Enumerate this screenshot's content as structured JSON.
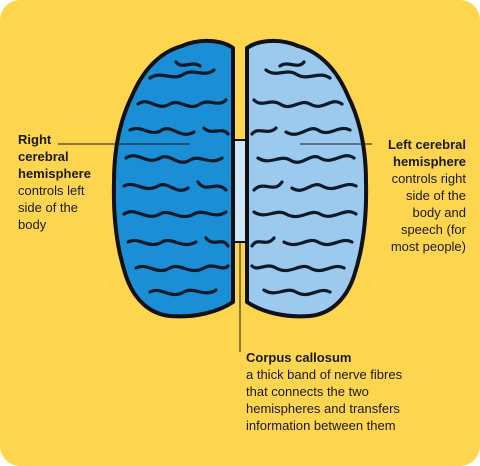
{
  "labels": {
    "right_hemisphere": {
      "title_line1": "Right",
      "title_line2": "cerebral",
      "title_line3": "hemisphere",
      "desc_line1": "controls left",
      "desc_line2": "side of the",
      "desc_line3": "body"
    },
    "left_hemisphere": {
      "title_line1": "Left cerebral",
      "title_line2": "hemisphere",
      "desc_line1": "controls right",
      "desc_line2": "side of the",
      "desc_line3": "body and",
      "desc_line4": "speech (for",
      "desc_line5": "most people)"
    },
    "corpus_callosum": {
      "title": "Corpus callosum",
      "desc_line1": "a thick band of nerve fibres",
      "desc_line2": "that connects the two",
      "desc_line3": "hemispheres and transfers",
      "desc_line4": "information between them"
    }
  },
  "colors": {
    "background": "#fdd54f",
    "right_hemisphere_fill": "#1b8fd6",
    "left_hemisphere_fill": "#9cc9ee",
    "outline": "#111111",
    "callosum_fill": "#cfe6f7"
  }
}
